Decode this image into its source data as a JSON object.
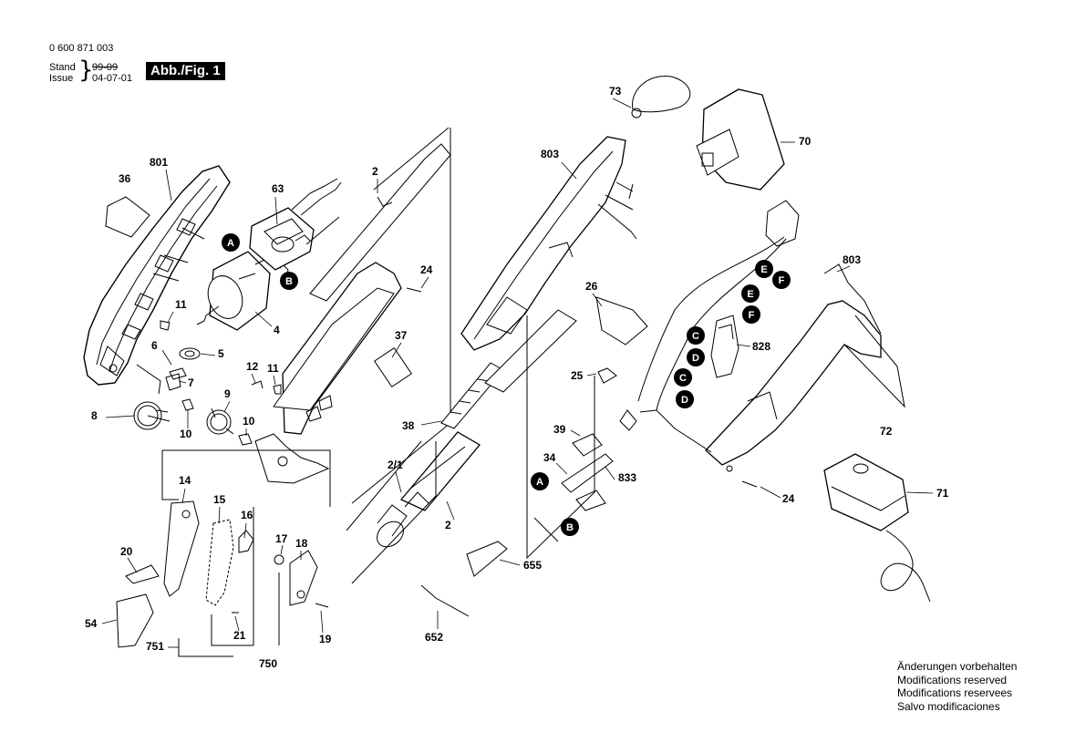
{
  "header": {
    "doc_number": "0 600 871 003",
    "stand_label": "Stand",
    "issue_label": "Issue",
    "stand_date": "99-09",
    "issue_date": "04-07-01",
    "figure_badge": "Abb./Fig. 1"
  },
  "part_labels": [
    {
      "id": "p801",
      "text": "801"
    },
    {
      "id": "p36",
      "text": "36"
    },
    {
      "id": "p63",
      "text": "63"
    },
    {
      "id": "p2a",
      "text": "2"
    },
    {
      "id": "p24a",
      "text": "24"
    },
    {
      "id": "p4",
      "text": "4"
    },
    {
      "id": "p11a",
      "text": "11"
    },
    {
      "id": "p5",
      "text": "5"
    },
    {
      "id": "p6",
      "text": "6"
    },
    {
      "id": "p7",
      "text": "7"
    },
    {
      "id": "p37",
      "text": "37"
    },
    {
      "id": "p12",
      "text": "12"
    },
    {
      "id": "p11b",
      "text": "11"
    },
    {
      "id": "p9",
      "text": "9"
    },
    {
      "id": "p8",
      "text": "8"
    },
    {
      "id": "p10a",
      "text": "10"
    },
    {
      "id": "p10b",
      "text": "10"
    },
    {
      "id": "p38",
      "text": "38"
    },
    {
      "id": "p21a",
      "text": "2/1"
    },
    {
      "id": "p2b",
      "text": "2"
    },
    {
      "id": "p14",
      "text": "14"
    },
    {
      "id": "p15",
      "text": "15"
    },
    {
      "id": "p16",
      "text": "16"
    },
    {
      "id": "p17",
      "text": "17"
    },
    {
      "id": "p18",
      "text": "18"
    },
    {
      "id": "p20",
      "text": "20"
    },
    {
      "id": "p54",
      "text": "54"
    },
    {
      "id": "p751",
      "text": "751"
    },
    {
      "id": "p21",
      "text": "21"
    },
    {
      "id": "p750",
      "text": "750"
    },
    {
      "id": "p19",
      "text": "19"
    },
    {
      "id": "p73",
      "text": "73"
    },
    {
      "id": "p803a",
      "text": "803"
    },
    {
      "id": "p70",
      "text": "70"
    },
    {
      "id": "p26",
      "text": "26"
    },
    {
      "id": "p25",
      "text": "25"
    },
    {
      "id": "p39",
      "text": "39"
    },
    {
      "id": "p34",
      "text": "34"
    },
    {
      "id": "p833",
      "text": "833"
    },
    {
      "id": "p655",
      "text": "655"
    },
    {
      "id": "p652",
      "text": "652"
    },
    {
      "id": "p803b",
      "text": "803"
    },
    {
      "id": "p828",
      "text": "828"
    },
    {
      "id": "p72",
      "text": "72"
    },
    {
      "id": "p71",
      "text": "71"
    },
    {
      "id": "p24b",
      "text": "24"
    }
  ],
  "connectors": [
    {
      "id": "cA1",
      "letter": "A"
    },
    {
      "id": "cB1",
      "letter": "B"
    },
    {
      "id": "cE1",
      "letter": "E"
    },
    {
      "id": "cF1",
      "letter": "F"
    },
    {
      "id": "cE2",
      "letter": "E"
    },
    {
      "id": "cF2",
      "letter": "F"
    },
    {
      "id": "cC1",
      "letter": "C"
    },
    {
      "id": "cD1",
      "letter": "D"
    },
    {
      "id": "cC2",
      "letter": "C"
    },
    {
      "id": "cD2",
      "letter": "D"
    },
    {
      "id": "cA2",
      "letter": "A"
    },
    {
      "id": "cB2",
      "letter": "B"
    }
  ],
  "footer_note": {
    "de": "Änderungen vorbehalten",
    "en": "Modifications reserved",
    "fr": "Modifications reservees",
    "es": "Salvo modificaciones"
  }
}
